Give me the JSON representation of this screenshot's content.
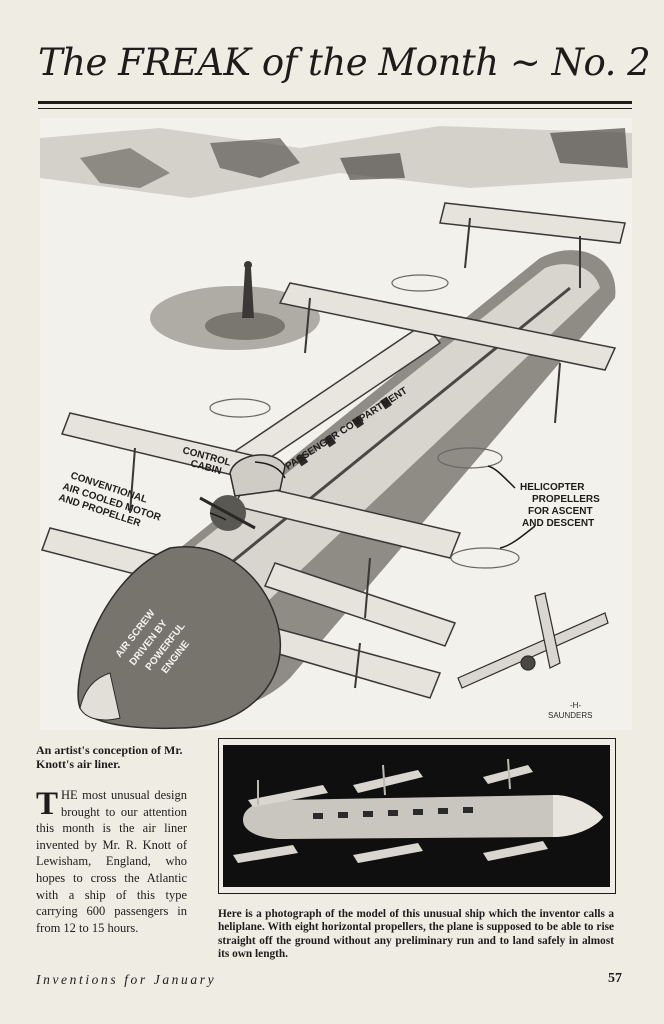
{
  "title": "The FREAK of the Month ~ No. 2",
  "illustration": {
    "labels": {
      "passenger_compartment": "PASSENGER COMPARTMENT",
      "control_line1": "CONTROL",
      "control_line2": "CABIN",
      "motor_line1": "CONVENTIONAL",
      "motor_line2": "AIR COOLED MOTOR",
      "motor_line3": "AND PROPELLER",
      "heli_line1": "HELICOPTER",
      "heli_line2": "PROPELLERS",
      "heli_line3": "FOR ASCENT",
      "heli_line4": "AND DESCENT",
      "screw_line1": "AIR SCREW",
      "screw_line2": "DRIVEN BY",
      "screw_line3": "POWERFUL",
      "screw_line4": "ENGINE"
    },
    "signature_line1": "-H-",
    "signature_line2": "SAUNDERS"
  },
  "caption_top": "An artist's conception of Mr. Knott's air liner.",
  "body": {
    "dropcap": "T",
    "text": "HE most unusual design brought to our attention this month is the air liner invented by Mr. R. Knott of Lewisham, England, who hopes to cross the Atlantic with a ship of this type carrying 600 passengers in from 12 to 15 hours."
  },
  "caption_photo": "Here is a photograph of the model of this unusual ship which the inventor calls a heliplane. With eight horizontal propellers, the plane is supposed to be able to rise straight off the ground without any preliminary run and to land safely in almost its own length.",
  "footer": {
    "publication": "Inventions for January",
    "page_number": "57"
  }
}
